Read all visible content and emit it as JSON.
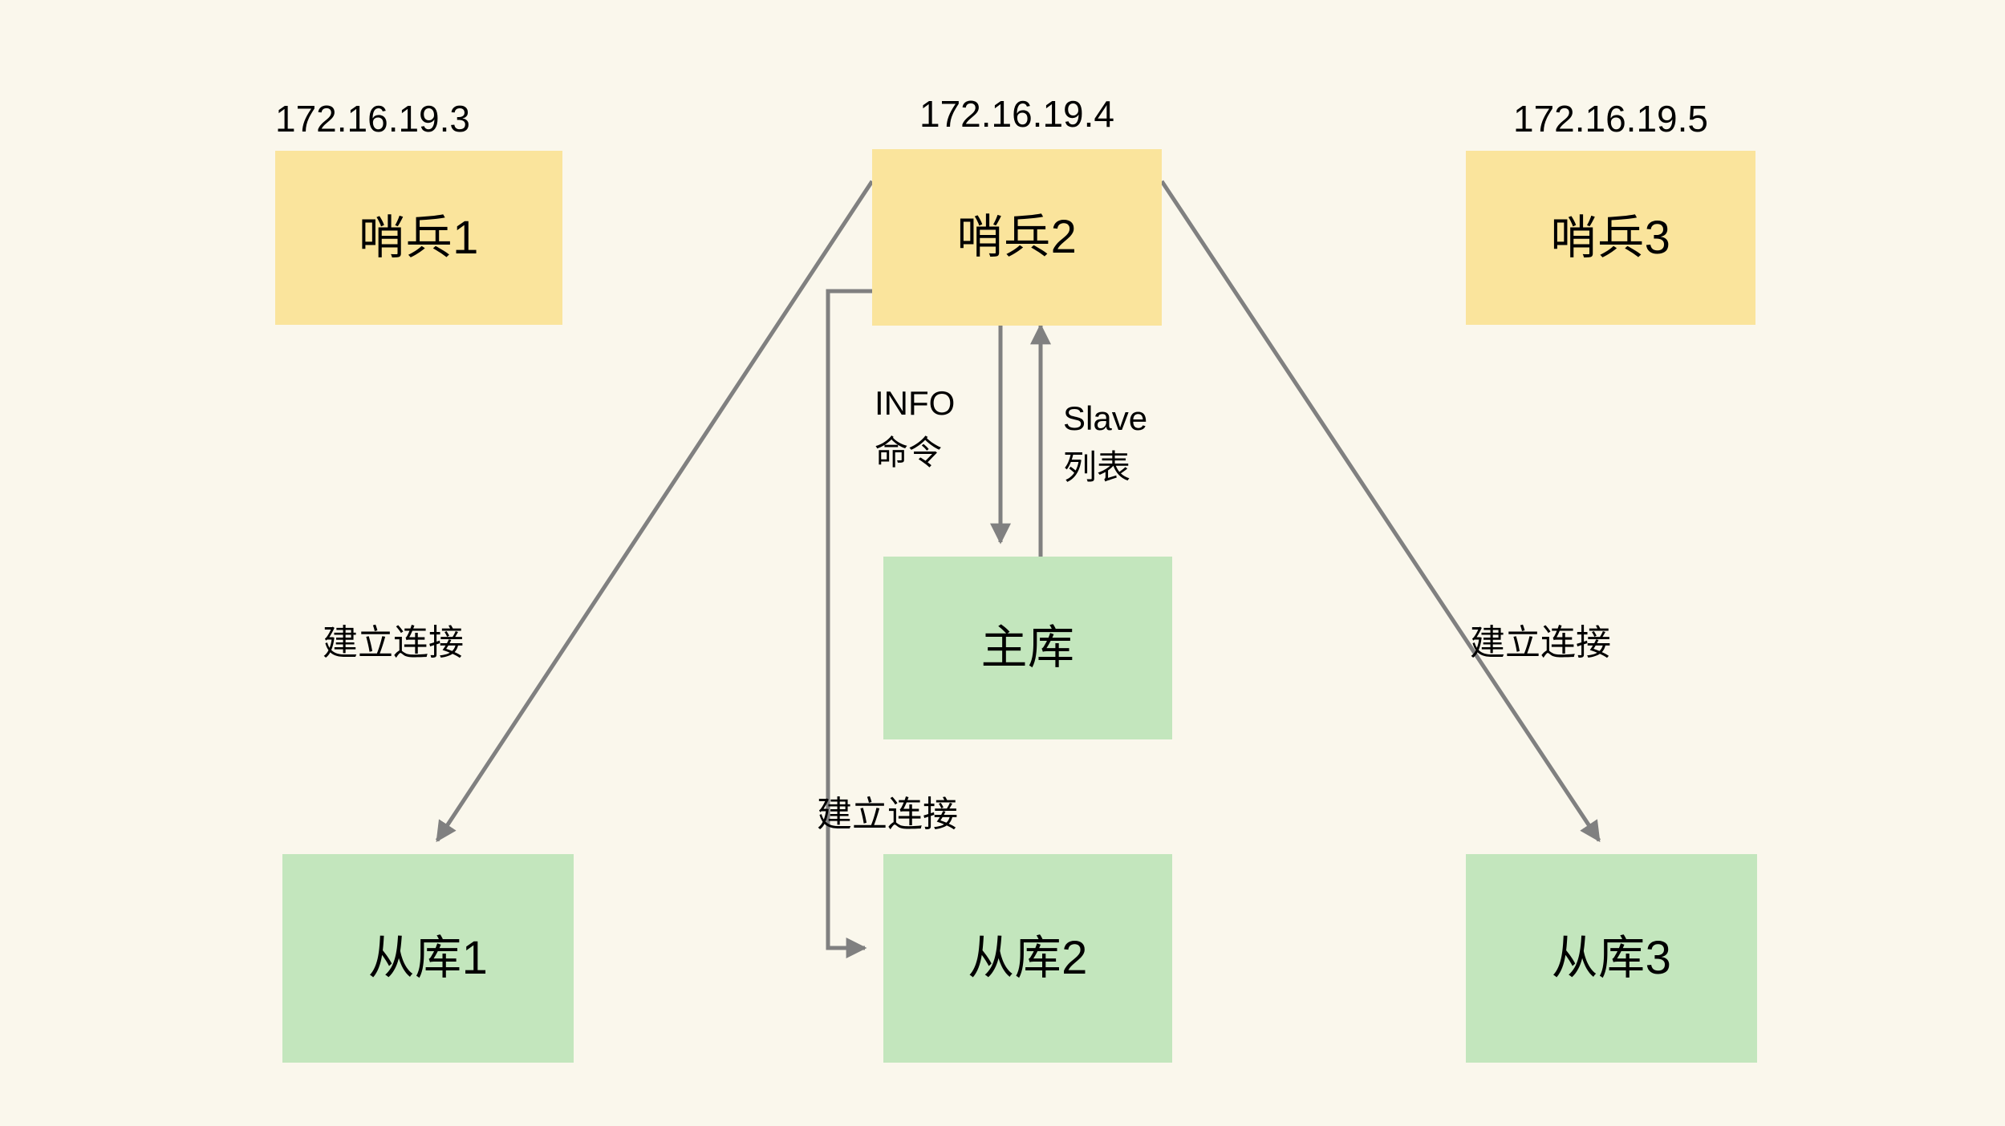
{
  "diagram": {
    "title": "Redis Sentinel topology",
    "background_color": "#faf7ec",
    "sentinel_color": "#fae49c",
    "database_color": "#c3e6bd",
    "connector_color": "#808080"
  },
  "ip_labels": [
    {
      "text": "172.16.19.3"
    },
    {
      "text": "172.16.19.4"
    },
    {
      "text": "172.16.19.5"
    }
  ],
  "sentinels": [
    {
      "label": "哨兵1",
      "ip": "172.16.19.3"
    },
    {
      "label": "哨兵2",
      "ip": "172.16.19.4"
    },
    {
      "label": "哨兵3",
      "ip": "172.16.19.5"
    }
  ],
  "databases": [
    {
      "label": "主库",
      "role": "master"
    },
    {
      "label": "从库1",
      "role": "slave"
    },
    {
      "label": "从库2",
      "role": "slave"
    },
    {
      "label": "从库3",
      "role": "slave"
    }
  ],
  "edge_labels": {
    "info_command_line1": "INFO",
    "info_command_line2": "命令",
    "slave_list_line1": "Slave",
    "slave_list_line2": "列表",
    "connect_left": "建立连接",
    "connect_middle": "建立连接",
    "connect_right": "建立连接"
  }
}
